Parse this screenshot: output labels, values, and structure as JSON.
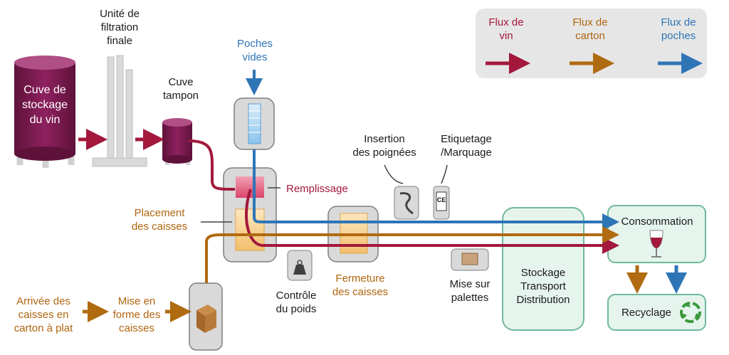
{
  "colors": {
    "wine": "#a3183c",
    "carton": "#b06a10",
    "poches": "#2e75b6",
    "machine_fill": "#d9d9d9",
    "green_box": "#e6f4ee",
    "green_border": "#6fb99a",
    "tank": "#7b1a4f"
  },
  "legend": {
    "wine": "Flux de\nvin",
    "carton": "Flux de\ncarton",
    "poches": "Flux de\npoches"
  },
  "labels": {
    "storage_tank": "Cuve de\nstockage\ndu vin",
    "filtration": "Unité de\nfiltration\nfinale",
    "buffer_tank": "Cuve\ntampon",
    "empty_bags": "Poches\nvides",
    "filling": "Remplissage",
    "box_placement": "Placement\ndes caisses",
    "handles": "Insertion\ndes poignées",
    "labeling": "Etiquetage\n/Marquage",
    "weight_check": "Contrôle\ndu poids",
    "box_closing": "Fermeture\ndes caisses",
    "palletizing": "Mise sur\npalettes",
    "logistics": "Stockage\nTransport\nDistribution",
    "consumption": "Consommation",
    "recycling": "Recyclage",
    "flat_boxes": "Arrivée des\ncaisses  en\ncarton à plat",
    "box_forming": "Mise en\nforme des\ncaisses",
    "ce_mark": "CE"
  },
  "icons": [
    "weight-icon",
    "handle-icon",
    "label-icon",
    "pallet-box-icon",
    "cardboard-box-icon",
    "wine-glass-icon",
    "recycle-icon"
  ]
}
